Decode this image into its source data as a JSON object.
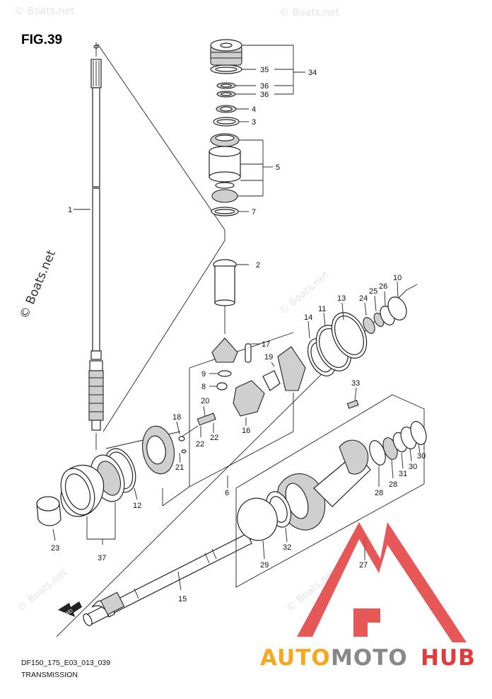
{
  "figure": {
    "title": "FIG.39",
    "code": "DF150_175_E03_013_039",
    "caption": "TRANSMISSION"
  },
  "watermarks": {
    "main": "© Boats.net",
    "faint": "© Boats.net"
  },
  "direction_tag": "FWD",
  "brand": {
    "part1": "AUTO",
    "part2": "MOTO",
    "part3": "HUB",
    "color1": "#f5a623",
    "color2": "#888888",
    "color3": "#e23b3b"
  },
  "callouts": {
    "c1": "1",
    "c2": "2",
    "c3": "3",
    "c4": "4",
    "c5": "5",
    "c6": "6",
    "c7": "7",
    "c8": "8",
    "c9": "9",
    "c10": "10",
    "c11": "11",
    "c12": "12",
    "c13": "13",
    "c14": "14",
    "c15": "15",
    "c16": "16",
    "c17": "17",
    "c18": "18",
    "c19": "19",
    "c20": "20",
    "c21": "21",
    "c22a": "22",
    "c22b": "22",
    "c23": "23",
    "c24": "24",
    "c25": "25",
    "c26": "26",
    "c27": "27",
    "c28a": "28",
    "c28b": "28",
    "c29": "29",
    "c30a": "30",
    "c30b": "30",
    "c31": "31",
    "c32": "32",
    "c33": "33",
    "c34": "34",
    "c35": "35",
    "c36a": "36",
    "c36b": "36",
    "c37": "37"
  }
}
